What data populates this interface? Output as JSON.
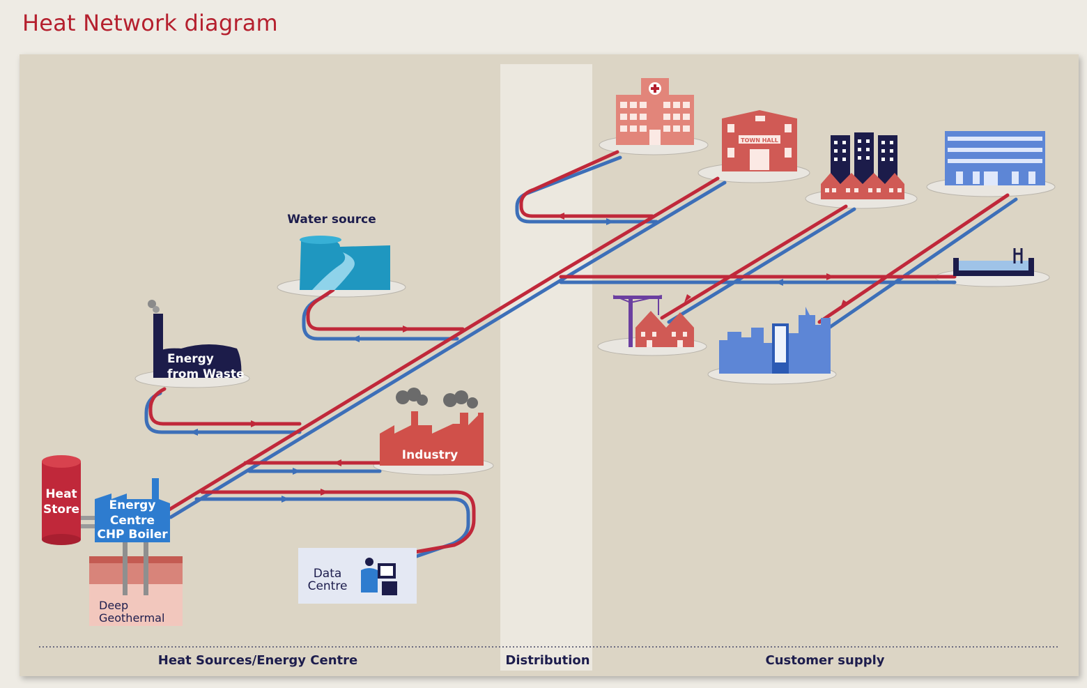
{
  "title": "Heat Network diagram",
  "sections": {
    "sources": "Heat Sources/Energy Centre",
    "distribution": "Distribution",
    "customer": "Customer supply"
  },
  "nodes": {
    "water_source": "Water source",
    "energy_from_waste_1": "Energy",
    "energy_from_waste_2": "from Waste",
    "industry": "Industry",
    "heat_store_1": "Heat",
    "heat_store_2": "Store",
    "energy_centre_1": "Energy",
    "energy_centre_2": "Centre",
    "energy_centre_3": "CHP Boiler",
    "geothermal_1": "Deep",
    "geothermal_2": "Geothermal",
    "data_centre_1": "Data",
    "data_centre_2": "Centre",
    "town_hall_sign": "TOWN HALL"
  },
  "colors": {
    "title": "#b5202e",
    "flow_pipe": "#c0283a",
    "return_pipe": "#3d6fb8",
    "customer_buildings": "#d05a55",
    "industry": "#d0504a",
    "water": "#1f97c0",
    "energy_from_waste": "#1c1c4a",
    "energy_centre": "#2e7ccf",
    "offices": "#5d86d6",
    "text_dark": "#1d1d4d"
  },
  "icons": [
    "hospital-icon",
    "town-hall-icon",
    "tower-blocks-icon",
    "office-building-icon",
    "swimming-pool-icon",
    "construction-site-icon",
    "city-skyline-icon",
    "water-source-icon",
    "energy-from-waste-icon",
    "industry-icon",
    "heat-store-icon",
    "energy-centre-icon",
    "geothermal-icon",
    "data-centre-icon"
  ]
}
